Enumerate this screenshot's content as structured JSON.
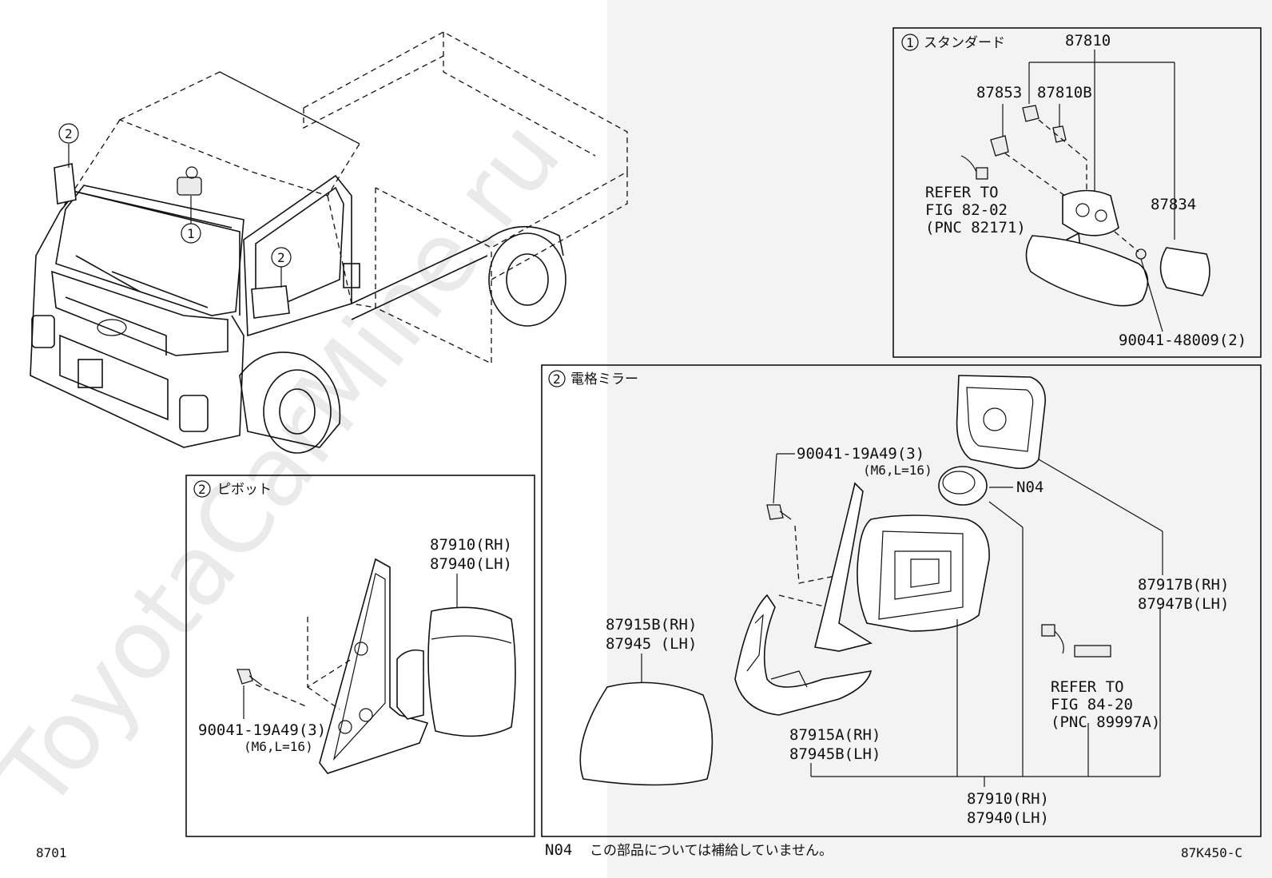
{
  "figure_code": "8701",
  "drawing_code": "87K450-C",
  "watermark": "ToyotaCarMine.ru",
  "footnote": {
    "code": "N04",
    "text": "この部品については補給していません。"
  },
  "truck_callouts": {
    "one": "1",
    "two": "2"
  },
  "panel_standard": {
    "number": "1",
    "title": "スタンダード",
    "parts": {
      "p87810": "87810",
      "p87853": "87853",
      "p87810b": "87810B",
      "p87834": "87834",
      "p90041_48009": "90041-48009(2)"
    },
    "refer": [
      "REFER TO",
      "FIG 82-02",
      "(PNC 82171)"
    ]
  },
  "panel_pivot": {
    "number": "2",
    "title": "ピボット",
    "parts": {
      "rh": "87910(RH)",
      "lh": "87940(LH)",
      "bolt": "90041-19A49(3)",
      "bolt_spec": "(M6,L=16)"
    }
  },
  "panel_power": {
    "number": "2",
    "title": "電格ミラー",
    "parts": {
      "bolt": "90041-19A49(3)",
      "bolt_spec": "(M6,L=16)",
      "n04": "N04",
      "glass_rh": "87915B(RH)",
      "glass_lh": "87945  (LH)",
      "cover_rh": "87915A(RH)",
      "cover_lh": "87945B(LH)",
      "frame_rh": "87917B(RH)",
      "frame_lh": "87947B(LH)",
      "assy_rh": "87910(RH)",
      "assy_lh": "87940(LH)"
    },
    "refer": [
      "REFER TO",
      "FIG 84-20",
      "(PNC 89997A)"
    ]
  }
}
